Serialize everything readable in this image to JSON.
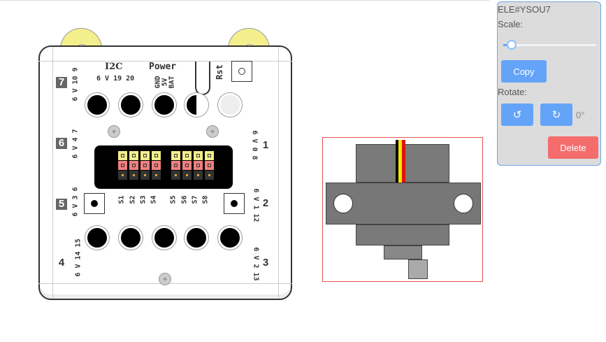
{
  "board": {
    "i2c_title": "I2C",
    "i2c_pins": "6 V 19 20",
    "power_title": "Power",
    "power_pins": [
      "GND",
      "5V",
      "BAT"
    ],
    "reset_label": "Rst",
    "ports": [
      {
        "num": "7",
        "pins": "6 V 10 9"
      },
      {
        "num": "6",
        "pins": "6 V 4 7"
      },
      {
        "num": "5",
        "pins": "6 V 3 6"
      },
      {
        "num": "4",
        "pins": "6 V 14 15"
      },
      {
        "num": "1",
        "pins": "6 V 0 8"
      },
      {
        "num": "2",
        "pins": "6 V 1 12"
      },
      {
        "num": "3",
        "pins": "6 V 2 13"
      }
    ],
    "servo_labels": [
      "S1",
      "S2",
      "S3",
      "S4",
      "S5",
      "S6",
      "S7",
      "S8"
    ]
  },
  "panel": {
    "element_id": "ELE#YSOU7",
    "scale_label": "Scale:",
    "scale_value": 0.04,
    "copy_label": "Copy",
    "rotate_label": "Rotate:",
    "rotate_left_icon": "rotate-ccw-icon",
    "rotate_right_icon": "rotate-cw-icon",
    "rotation": "0°",
    "delete_label": "Delete",
    "colors": {
      "primary": "#63a4f8",
      "danger": "#f56c6c",
      "selection": "#e05050"
    }
  }
}
